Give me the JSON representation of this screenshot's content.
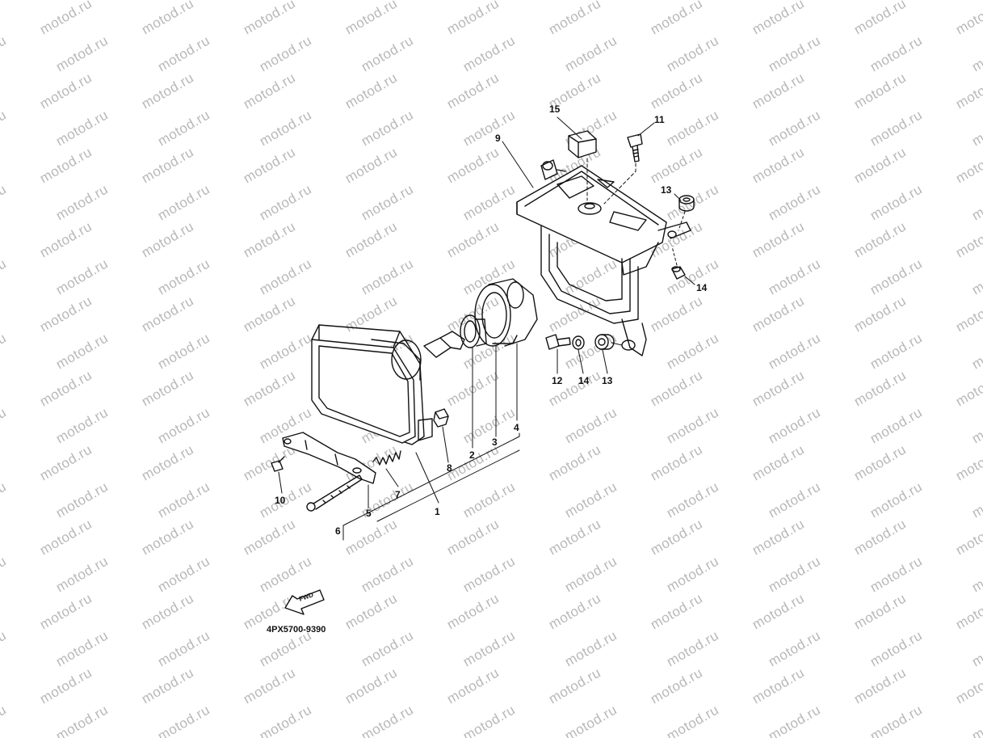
{
  "watermark": "motod.ru",
  "diagram_code": "4PX5700-9390",
  "fwd_label": "FWD",
  "callouts": {
    "p1": "1",
    "p2": "2",
    "p3": "3",
    "p4": "4",
    "p5": "5",
    "p6": "6",
    "p7": "7",
    "p8": "8",
    "p9": "9",
    "p10": "10",
    "p11": "11",
    "p12": "12",
    "p13a": "13",
    "p13b": "13",
    "p14a": "14",
    "p14b": "14",
    "p15": "15"
  }
}
